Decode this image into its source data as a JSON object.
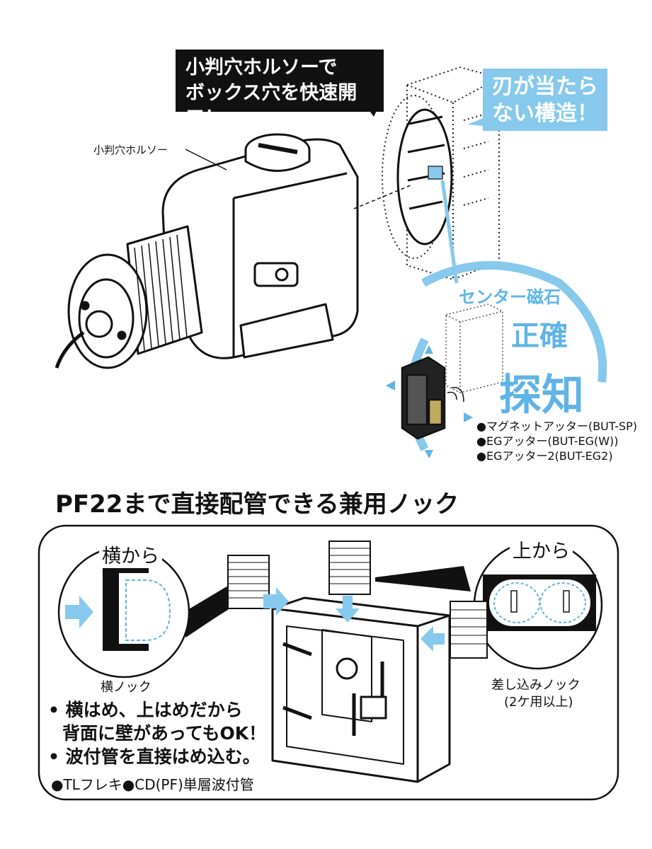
{
  "top": {
    "callout_black": {
      "line1": "小判穴ホルソーで",
      "line2": "ボックス穴を快速開口！"
    },
    "callout_blue": {
      "line1": "刃が当たら",
      "line2": "ない構造！"
    },
    "tool_label": "小判穴ホルソー",
    "magnet": {
      "title": "センター磁石",
      "accurate": "正確",
      "detect": "探知",
      "products": [
        "●マグネットアッター(BUT-SP)",
        "●EGアッター(BUT-EG(W))",
        "●EGアッター2(BUT-EG2)"
      ]
    }
  },
  "bottom": {
    "title": "PF22まで直接配管できる兼用ノック",
    "side_view": {
      "title": "横から",
      "caption": "横ノック"
    },
    "top_view": {
      "title": "上から",
      "caption_line1": "差し込みノック",
      "caption_line2": "(2ケ用以上)"
    },
    "bullets": [
      "• 横はめ、上はめだから",
      "背面に壁があってもOK！",
      "• 波付管を直接はめ込む。"
    ],
    "pipes_note": "●TLフレキ●CD(PF)単層波付管"
  },
  "colors": {
    "accent_blue": "#86c9ec",
    "dark": "#111111"
  }
}
